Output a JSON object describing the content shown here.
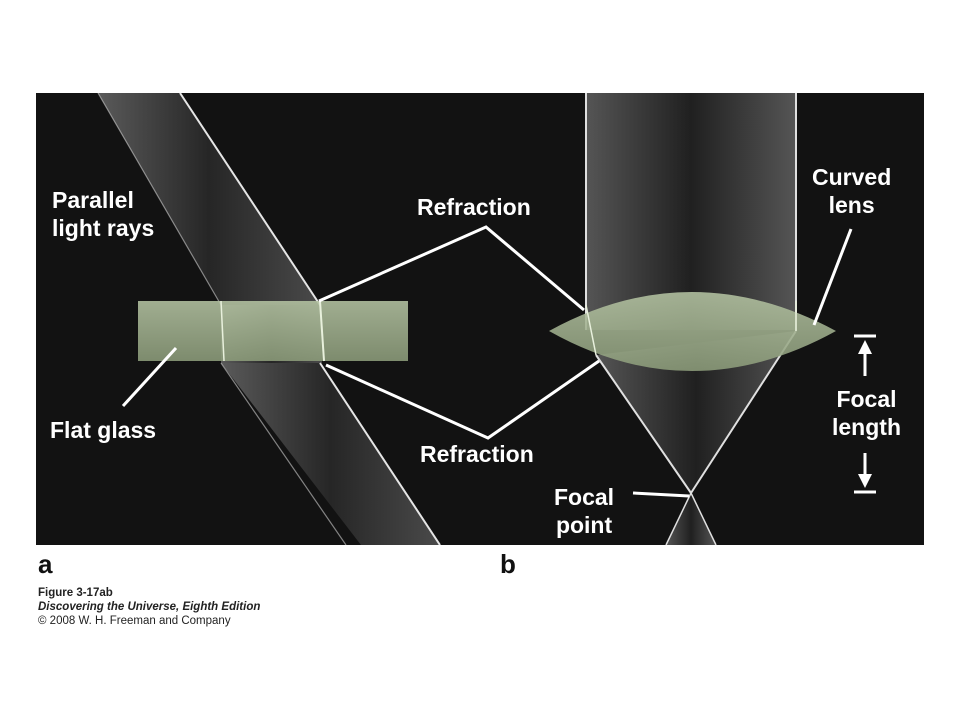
{
  "figure": {
    "panel_a": {
      "letter": "a",
      "labels": {
        "parallel_rays": "Parallel\nlight rays",
        "flat_glass": "Flat glass",
        "refraction_top": "Refraction",
        "refraction_bottom": "Refraction"
      }
    },
    "panel_b": {
      "letter": "b",
      "labels": {
        "curved_lens": "Curved\nlens",
        "focal_length": "Focal\nlength",
        "focal_point": "Focal\npoint"
      }
    },
    "colors": {
      "background": "#121212",
      "beam": "#3a3a3a",
      "beam_edge": "#e6e6e6",
      "glass": "#9fb08e",
      "label": "#ffffff"
    }
  },
  "caption": {
    "figure_id": "Figure 3-17ab",
    "book": "Discovering the Universe, Eighth Edition",
    "copyright": "© 2008 W. H. Freeman and Company"
  }
}
